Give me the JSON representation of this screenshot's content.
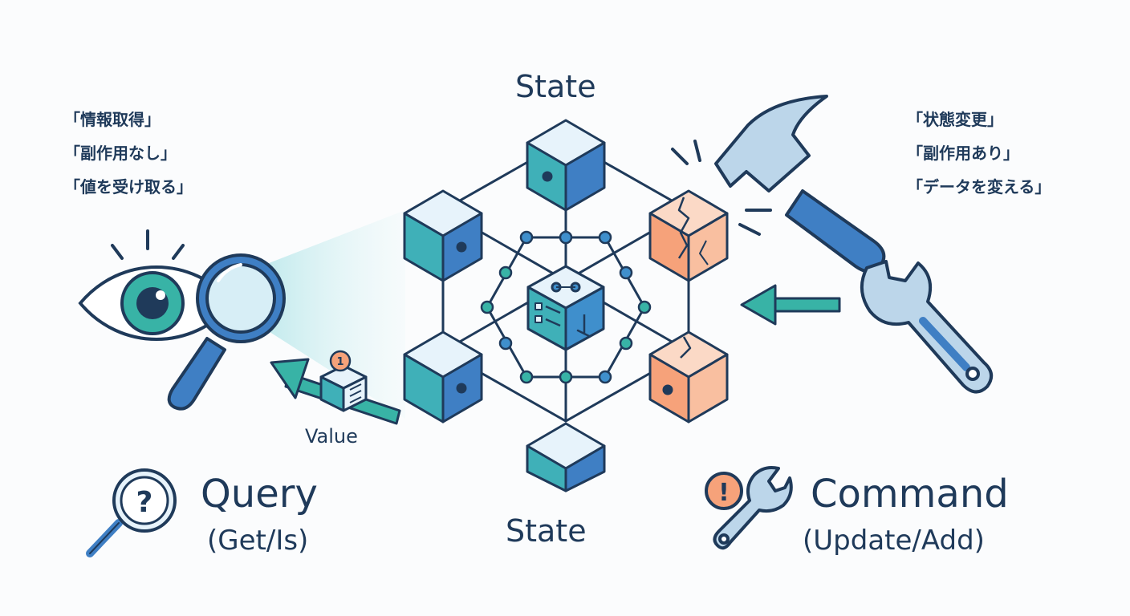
{
  "diagram": {
    "state_top": "State",
    "state_bottom": "State",
    "value_label": "Value",
    "value_badge": "1",
    "query": {
      "title": "Query",
      "subtitle": "(Get/Is)",
      "notes": [
        "「情報取得」",
        "「副作用なし」",
        "「値を受け取る」"
      ],
      "icon_glyph": "?"
    },
    "command": {
      "title": "Command",
      "subtitle": "(Update/Add)",
      "notes": [
        "「状態変更」",
        "「副作用あり」",
        "「データを変える」"
      ],
      "icon_glyph": "!"
    }
  },
  "colors": {
    "outline": "#1f3a5a",
    "cube_blue": "#3f7fc4",
    "cube_teal": "#3fb0b8",
    "cube_top": "#e7f3fb",
    "cube_orange": "#f6a27a",
    "cube_orange_light": "#fbd9c6",
    "accent_teal": "#38b3a6",
    "tool_steel": "#bcd6ea"
  }
}
